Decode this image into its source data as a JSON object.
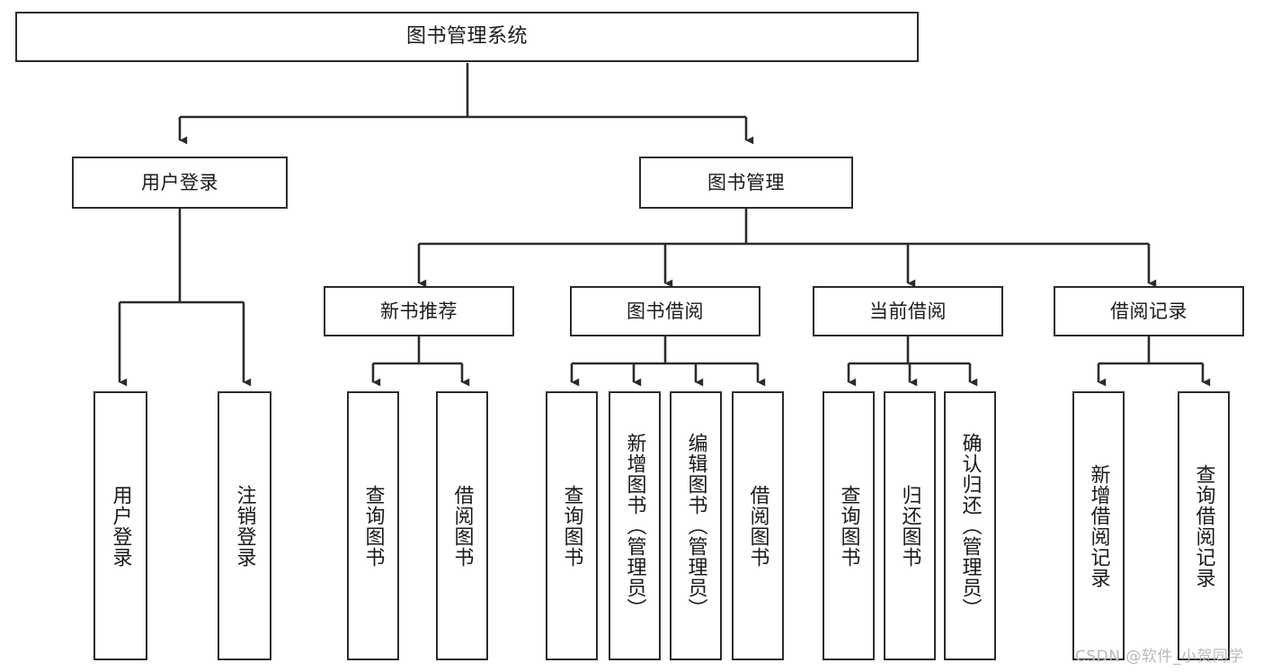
{
  "diagram": {
    "title": "图书管理系统",
    "type": "tree-hierarchy",
    "orientation": "top-down",
    "colors": {
      "box_border": "#2b2b2b",
      "box_fill": "#ffffff",
      "connector": "#2b2b2b",
      "watermark": "#b9b9b9",
      "canvas": "#ffffff"
    },
    "watermark": "CSDN @软件_小贺同学"
  },
  "nodes": {
    "root": {
      "label": "图书管理系统"
    },
    "level1": [
      {
        "id": "user-login",
        "label": "用户登录"
      },
      {
        "id": "book-manage",
        "label": "图书管理"
      }
    ],
    "level2": [
      {
        "id": "new-book-recommend",
        "label": "新书推荐"
      },
      {
        "id": "book-borrow",
        "label": "图书借阅"
      },
      {
        "id": "current-borrow",
        "label": "当前借阅"
      },
      {
        "id": "borrow-record",
        "label": "借阅记录"
      }
    ],
    "leaves": {
      "user-login": [
        {
          "id": "leaf-user-login",
          "label": "用户登录"
        },
        {
          "id": "leaf-logout-login",
          "label": "注销登录"
        }
      ],
      "new-book-recommend": [
        {
          "id": "leaf-query-book-1",
          "label": "查询图书"
        },
        {
          "id": "leaf-borrow-book-1",
          "label": "借阅图书"
        }
      ],
      "book-borrow": [
        {
          "id": "leaf-query-book-2",
          "label": "查询图书"
        },
        {
          "id": "leaf-add-book-admin",
          "label": "新增图书（管理员）"
        },
        {
          "id": "leaf-edit-book-admin",
          "label": "编辑图书（管理员）"
        },
        {
          "id": "leaf-borrow-book-2",
          "label": "借阅图书"
        }
      ],
      "current-borrow": [
        {
          "id": "leaf-query-book-3",
          "label": "查询图书"
        },
        {
          "id": "leaf-return-book",
          "label": "归还图书"
        },
        {
          "id": "leaf-confirm-return-admin",
          "label": "确认归还（管理员）"
        }
      ],
      "borrow-record": [
        {
          "id": "leaf-add-borrow-record",
          "label": "新增借阅记录"
        },
        {
          "id": "leaf-query-borrow-record",
          "label": "查询借阅记录"
        }
      ]
    }
  }
}
